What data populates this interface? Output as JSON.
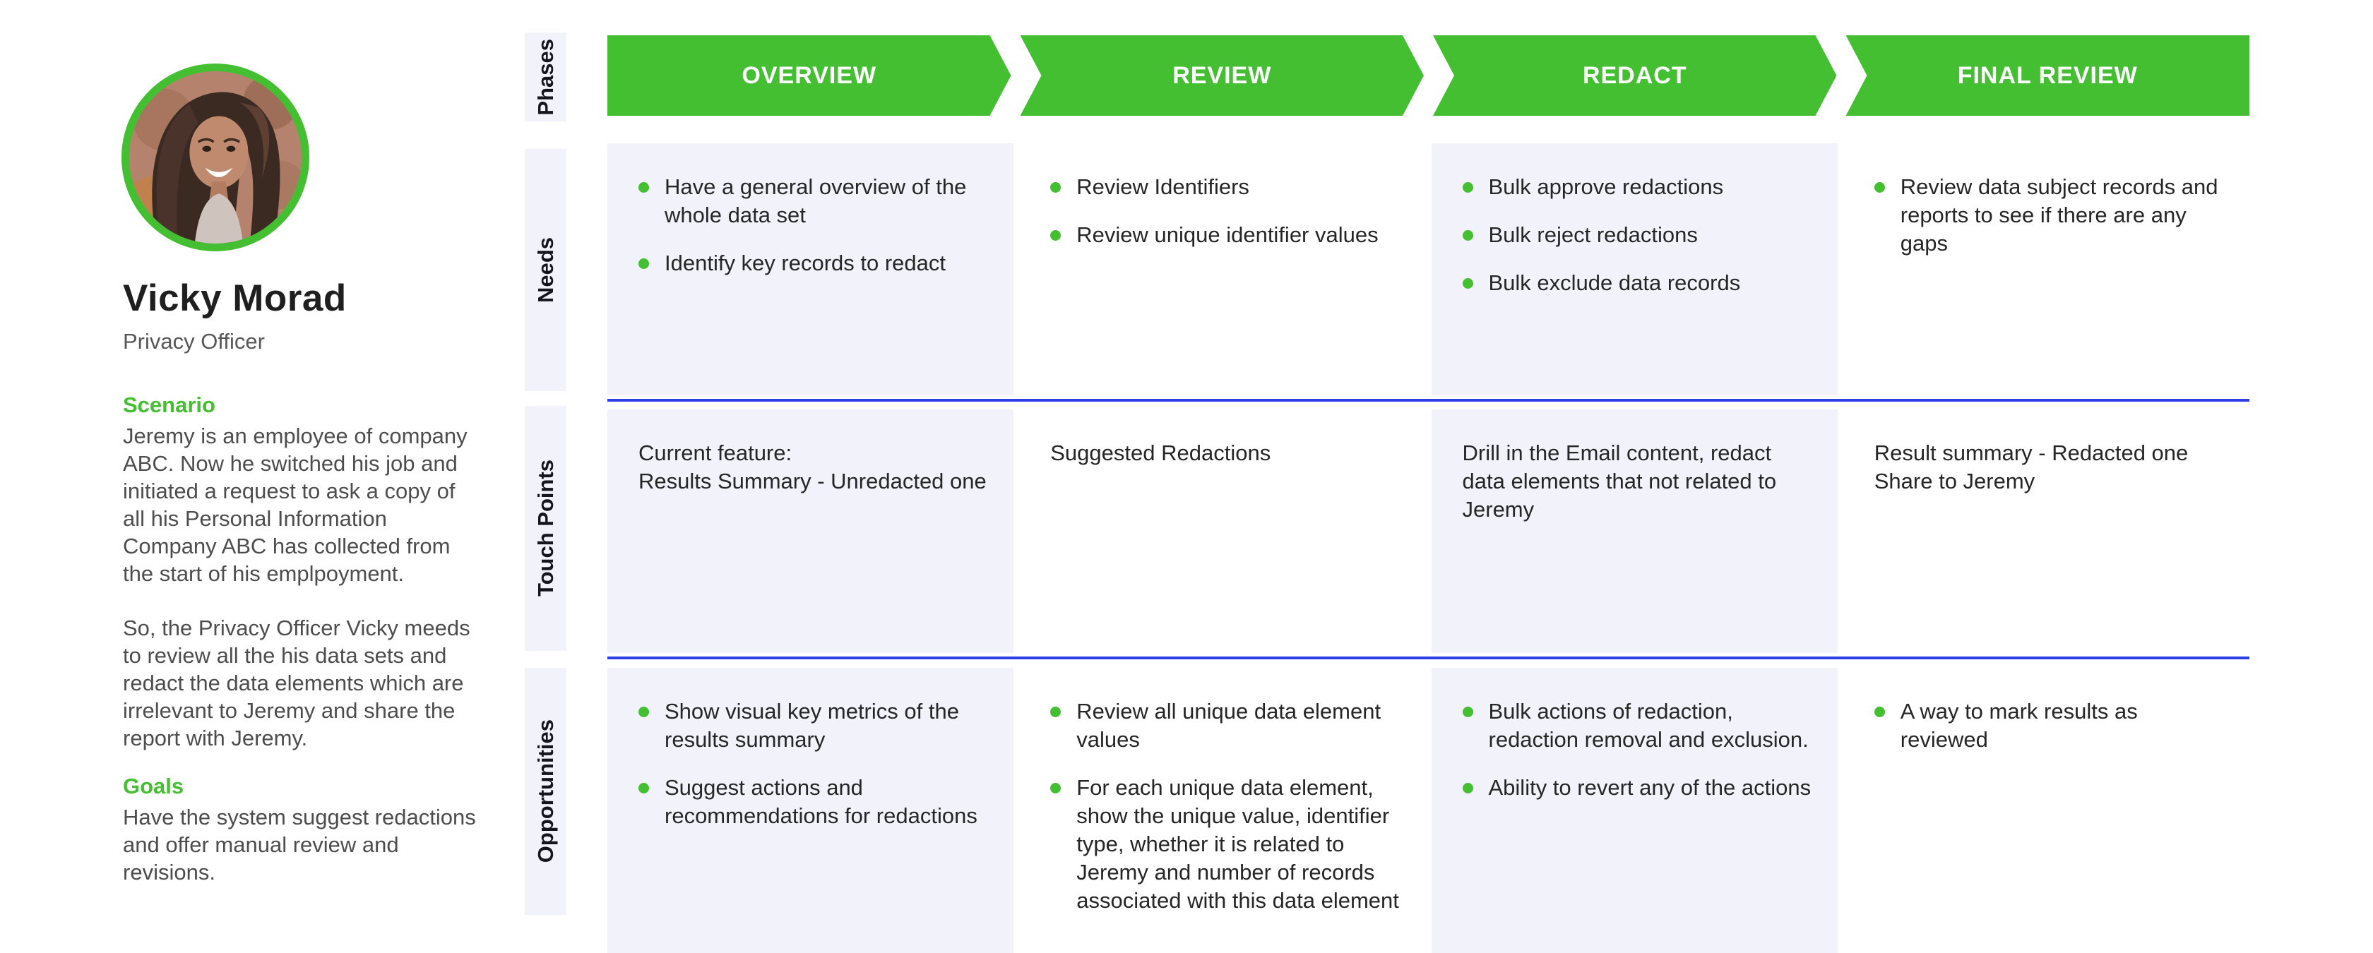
{
  "persona": {
    "name": "Vicky Morad",
    "role": "Privacy Officer",
    "scenario": {
      "heading": "Scenario",
      "paragraphs": [
        "Jeremy is an employee of company ABC. Now he switched his job and initiated a request to ask a copy of all his Personal Information Company ABC has collected from the start of his emplpoyment.",
        "So, the Privacy Officer Vicky meeds to review all the his data sets and redact the data elements which are irrelevant to Jeremy and share the report with Jeremy."
      ]
    },
    "goals": {
      "heading": "Goals",
      "paragraphs": [
        "Have the system suggest redactions and offer manual review and revisions."
      ]
    }
  },
  "journey": {
    "phases": [
      "OVERVIEW",
      "REVIEW",
      "REDACT",
      "FINAL REVIEW"
    ],
    "rows": [
      {
        "label": "Phases"
      },
      {
        "label": "Needs",
        "type": "bullets",
        "cells": [
          [
            "Have a general overview of the whole data set",
            "Identify key records to redact"
          ],
          [
            "Review Identifiers",
            "Review unique identifier values"
          ],
          [
            "Bulk approve redactions",
            "Bulk reject redactions",
            "Bulk exclude data records"
          ],
          [
            "Review data subject records and reports to see if there are any gaps"
          ]
        ]
      },
      {
        "label": "Touch Points",
        "type": "lines",
        "cells": [
          [
            "Current feature:",
            "Results Summary - Unredacted one"
          ],
          [
            "Suggested Redactions"
          ],
          [
            "Drill in the Email content, redact data elements that not related to Jeremy"
          ],
          [
            "Result summary - Redacted one",
            "Share to Jeremy"
          ]
        ]
      },
      {
        "label": "Opportunities",
        "type": "bullets",
        "cells": [
          [
            "Show visual key metrics of the results summary",
            "Suggest actions and recommendations for redactions"
          ],
          [
            "Review all unique data element values",
            "For each unique data element, show the unique value, identifier type, whether it is related to Jeremy and number of records associated with this data element"
          ],
          [
            "Bulk actions of redaction, redaction removal and exclusion.",
            "Ability to revert any of the actions"
          ],
          [
            "A way to mark results as reviewed"
          ]
        ]
      }
    ]
  },
  "colors": {
    "green": "#44BF32",
    "cell_lavender": "#F1F2FA",
    "label_strip_bg": "#F2F3FA",
    "row_divider_blue": "#2E3FE8"
  }
}
